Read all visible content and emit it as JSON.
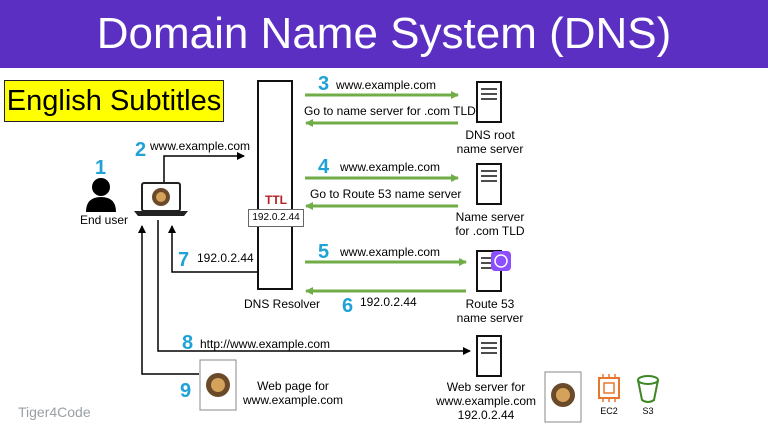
{
  "title": "Domain Name System (DNS)",
  "subtitle_badge": "English Subtitles",
  "watermark": "Tiger4Code",
  "colors": {
    "banner": "#5a2fc2",
    "step_number": "#1fa2d6",
    "arrow_green": "#70ad47",
    "ttl": "#b22222",
    "badge": "#ffff00"
  },
  "end_user": {
    "label": "End user",
    "step": "1"
  },
  "resolver": {
    "label": "DNS Resolver",
    "ttl": "TTL",
    "cached_ip": "192.0.2.44"
  },
  "steps": [
    {
      "num": "2",
      "text": "www.example.com"
    },
    {
      "num": "3",
      "text": "www.example.com",
      "reply": "Go to name server for .com TLD"
    },
    {
      "num": "4",
      "text": "www.example.com",
      "reply": "Go to Route 53 name server"
    },
    {
      "num": "5",
      "text": "www.example.com"
    },
    {
      "num": "6",
      "text": "192.0.2.44"
    },
    {
      "num": "7",
      "text": "192.0.2.44"
    },
    {
      "num": "8",
      "text": "http://www.example.com"
    },
    {
      "num": "9",
      "text": "Web page for",
      "text2": "www.example.com"
    }
  ],
  "servers": {
    "root": {
      "line1": "DNS root",
      "line2": "name server"
    },
    "tld": {
      "line1": "Name server",
      "line2": "for .com TLD"
    },
    "route53": {
      "line1": "Route 53",
      "line2": "name server"
    },
    "web": {
      "line1": "Web server for",
      "line2": "www.example.com",
      "line3": "192.0.2.44"
    }
  },
  "aws": {
    "ec2": "EC2",
    "s3": "S3"
  }
}
